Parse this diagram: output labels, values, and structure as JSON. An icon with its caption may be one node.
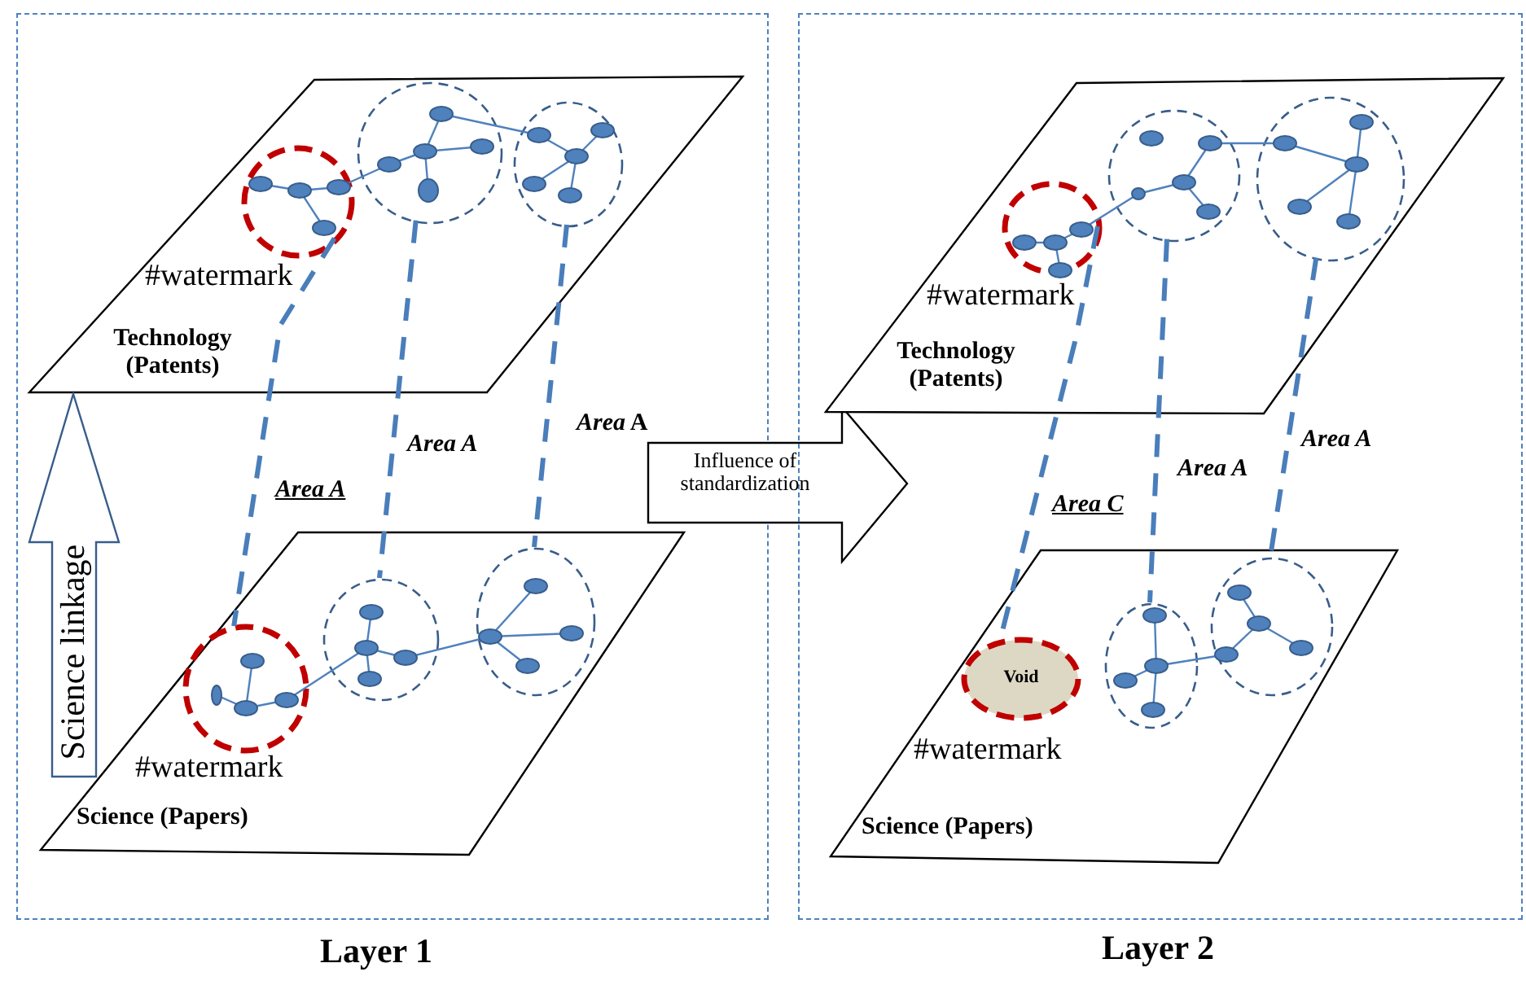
{
  "diagram": {
    "nodes": [
      {
        "text": [
          "Layer 1"
        ]
      },
      {
        "text": [
          "#watermark",
          "Technology (Patents)"
        ],
        "in": 0
      },
      {
        "text": [],
        "shape": "ellipse",
        "in": 1
      },
      {
        "text": [],
        "shape": "ellipse",
        "in": 1
      },
      {
        "text": [],
        "shape": "ellipse",
        "in": 1
      },
      {
        "text": [
          "Science linkage"
        ],
        "in": 0
      },
      {
        "text": [
          "#watermark",
          "Science (Papers)"
        ],
        "in": 0
      },
      {
        "text": [],
        "shape": "ellipse",
        "in": 6
      },
      {
        "text": [],
        "shape": "ellipse",
        "in": 6
      },
      {
        "text": [],
        "shape": "ellipse",
        "in": 6
      },
      {
        "text": [
          "Influence of standardization"
        ]
      },
      {
        "text": [
          "Layer 2"
        ]
      },
      {
        "text": [
          "#watermark",
          "Technology (Patents)"
        ],
        "in": 11
      },
      {
        "text": [],
        "shape": "ellipse",
        "in": 12
      },
      {
        "text": [],
        "shape": "ellipse",
        "in": 12
      },
      {
        "text": [],
        "shape": "ellipse",
        "in": 12
      },
      {
        "text": [
          "#watermark",
          "Science (Papers)"
        ],
        "in": 11
      },
      {
        "text": [
          "Void"
        ],
        "in": 16
      },
      {
        "text": [],
        "shape": "ellipse",
        "in": 16
      },
      {
        "text": [],
        "shape": "ellipse",
        "in": 16
      }
    ],
    "edges": [
      {
        "from": 2,
        "to": 7,
        "arrow": "none",
        "label": "Area A",
        "style": "dashed"
      },
      {
        "from": 3,
        "to": 8,
        "arrow": "none",
        "label": "Area A",
        "style": "dashed"
      },
      {
        "from": 4,
        "to": 9,
        "arrow": "none",
        "label": "*Area* A",
        "style": "dashed"
      },
      {
        "from": 13,
        "to": 17,
        "arrow": "none",
        "label": "Area C",
        "style": "dashed"
      },
      {
        "from": 14,
        "to": 18,
        "arrow": "none",
        "label": "Area A",
        "style": "dashed"
      },
      {
        "from": 15,
        "to": 19,
        "arrow": "none",
        "label": "Area A",
        "style": "dashed"
      }
    ]
  }
}
